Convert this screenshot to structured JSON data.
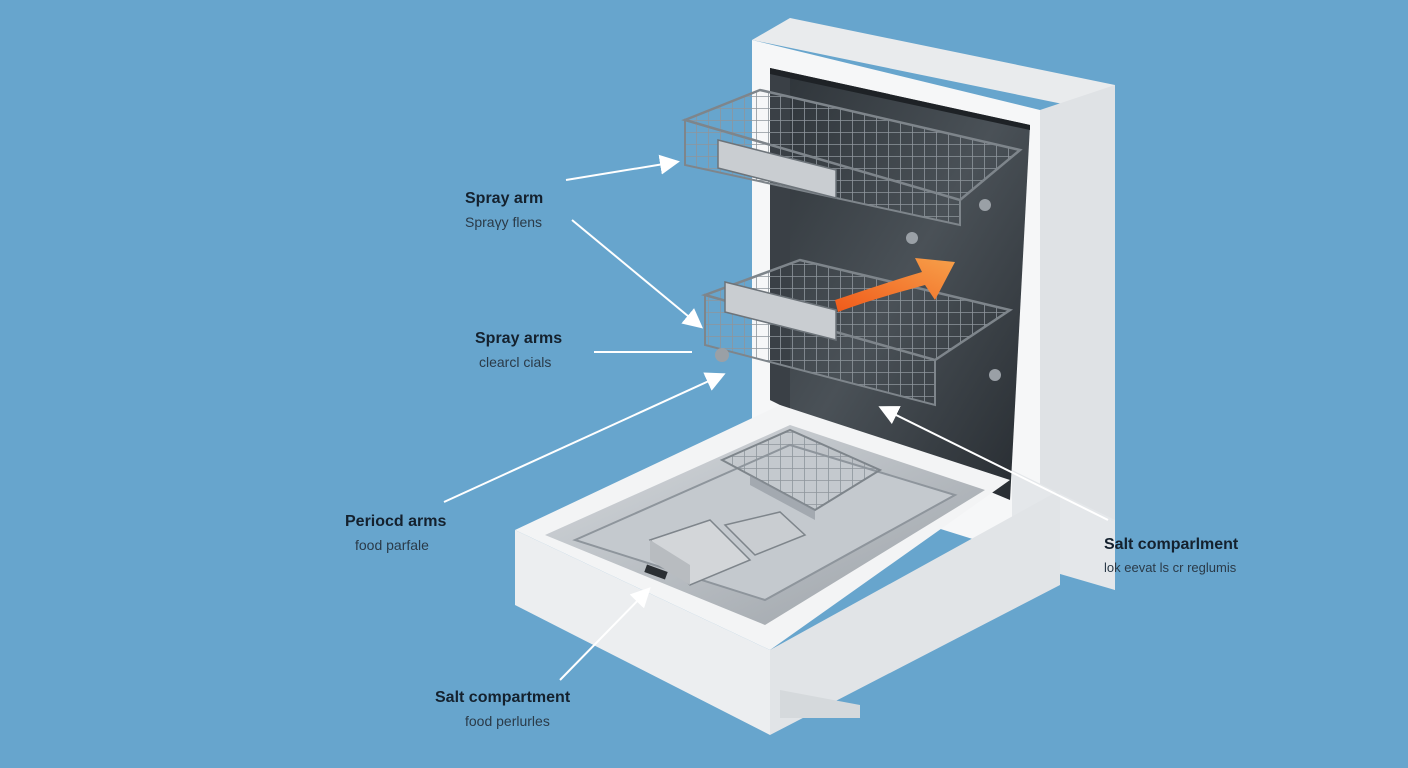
{
  "labels": [
    {
      "id": "l1",
      "title": "Spray arm",
      "subtitle": "Spraγy flens"
    },
    {
      "id": "l2",
      "title": "Spray arms",
      "subtitle": "clearcl cials"
    },
    {
      "id": "l3",
      "title": "Periocd arms",
      "subtitle": "food parfale"
    },
    {
      "id": "l4",
      "title": "Salt compartment",
      "subtitle": "food perlurles"
    },
    {
      "id": "l5",
      "title": "Salt comparlment",
      "subtitle": "lok eevat ls cr reglumis"
    }
  ],
  "colors": {
    "background": "#67a5cd",
    "cabinet": "#f6f7f8",
    "steel": "#b7bcc2",
    "rack": "#8e959c",
    "accent_arrow": "#f07a26",
    "leader": "#ffffff"
  }
}
